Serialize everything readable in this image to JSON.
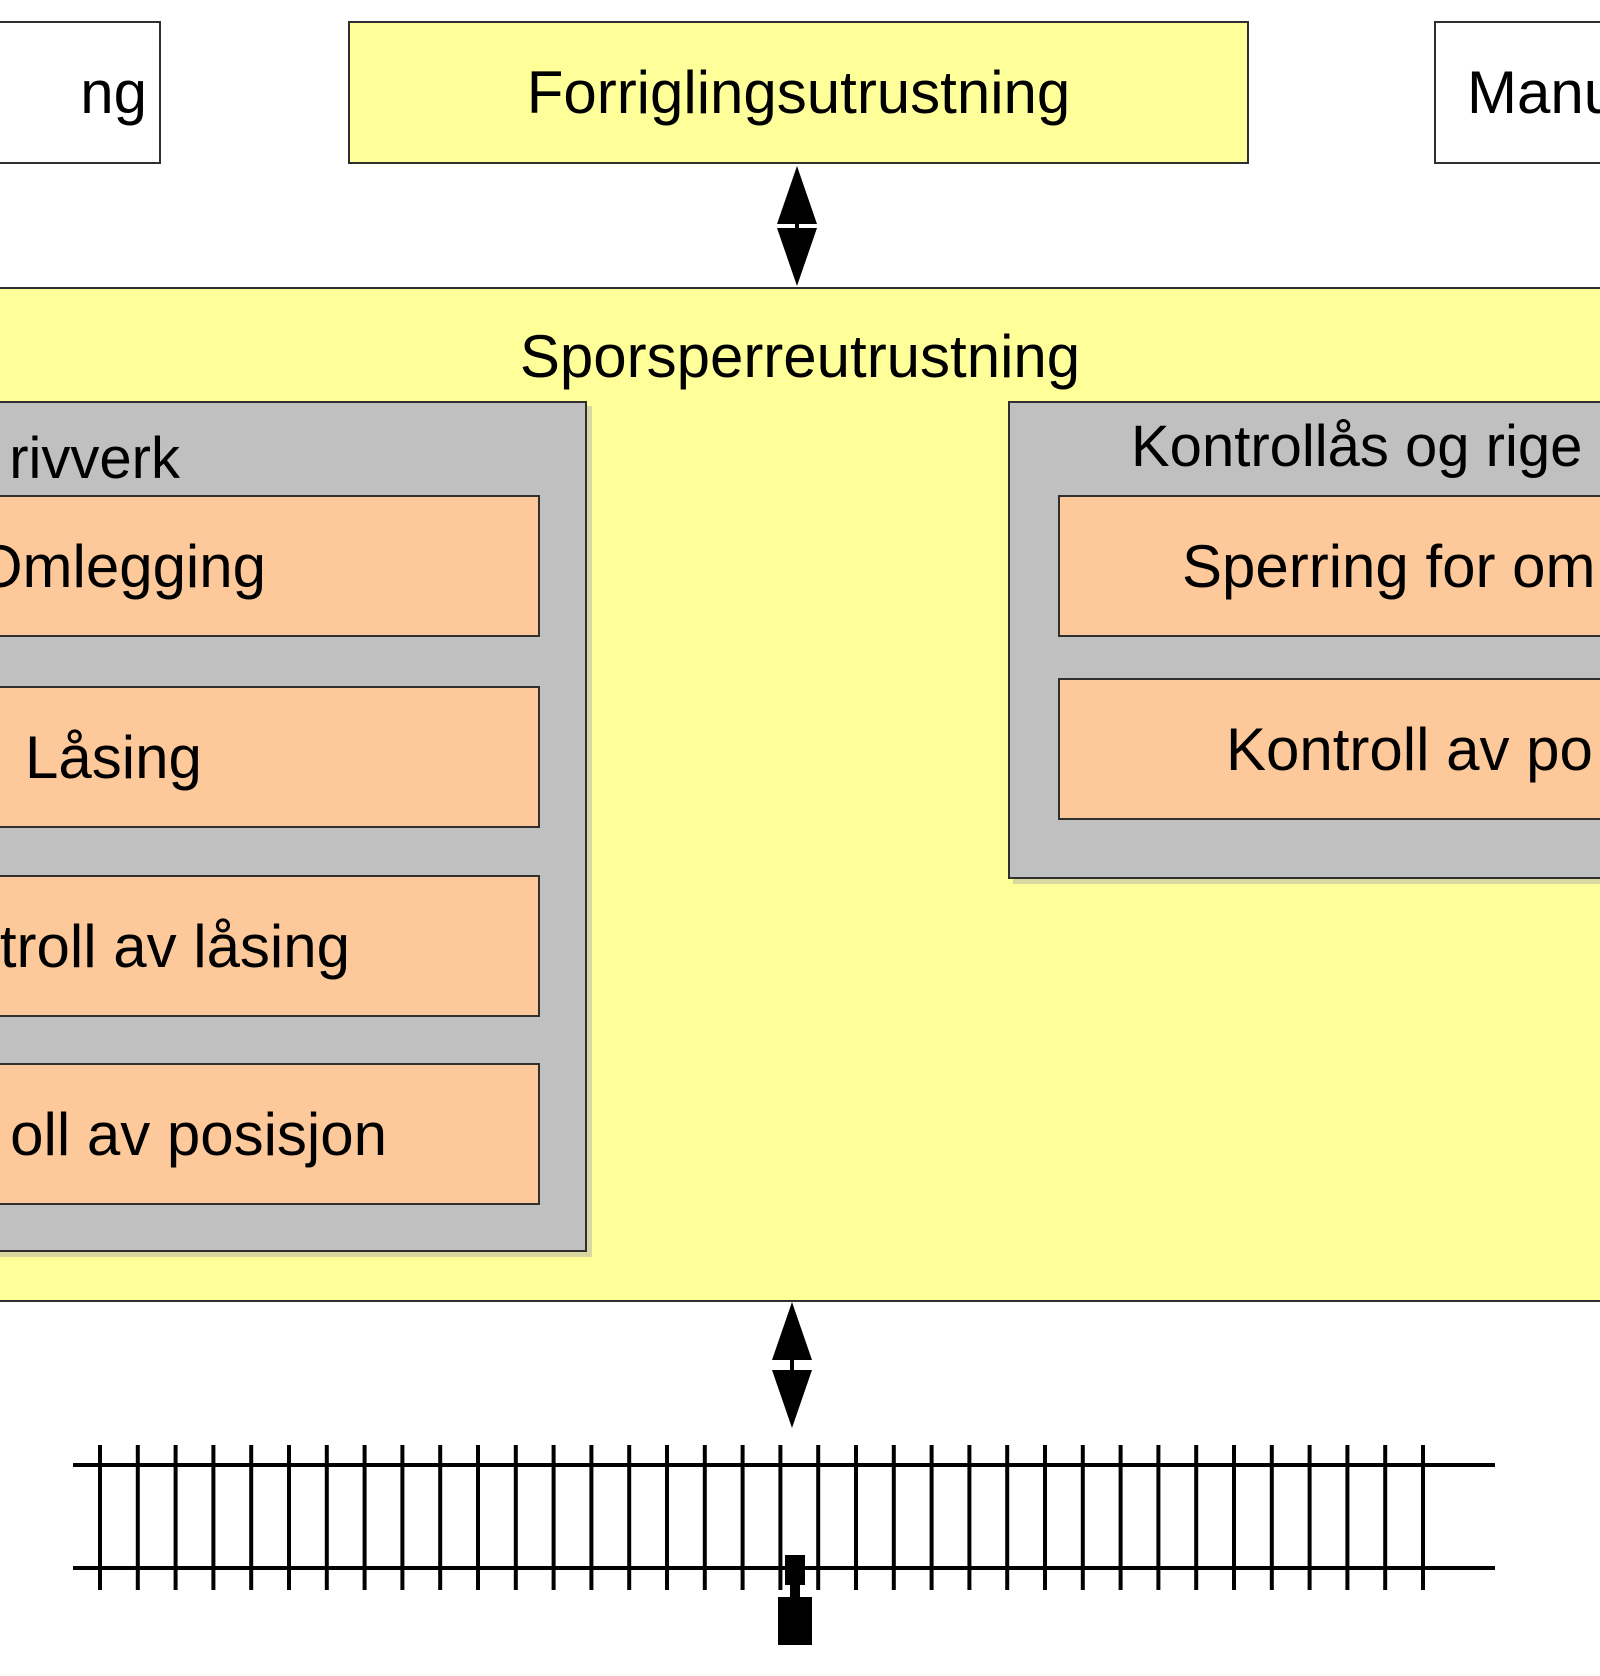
{
  "diagram": {
    "top_left_box": "ng",
    "interlocking_box": "Forriglingsutrustning",
    "top_right_box": "Manu",
    "main_title": "Sporsperreutrustning",
    "drive_group": {
      "label": "rivverk",
      "functions": [
        "Omlegging",
        "Låsing",
        "troll av låsing",
        "oll av posisjon"
      ]
    },
    "lock_group": {
      "label": "Kontrollås og rige",
      "functions": [
        "Sperring for om",
        "Kontroll av po"
      ]
    }
  },
  "colors": {
    "interlocking_fill": "#ffff99",
    "main_fill": "#ffff99",
    "group_fill": "#c0c0c0",
    "function_fill": "#fdc99a",
    "stroke": "#2f2f2f"
  },
  "icons": [
    "bidirectional-arrow-icon",
    "railway-track-icon",
    "track-derailer-icon"
  ]
}
